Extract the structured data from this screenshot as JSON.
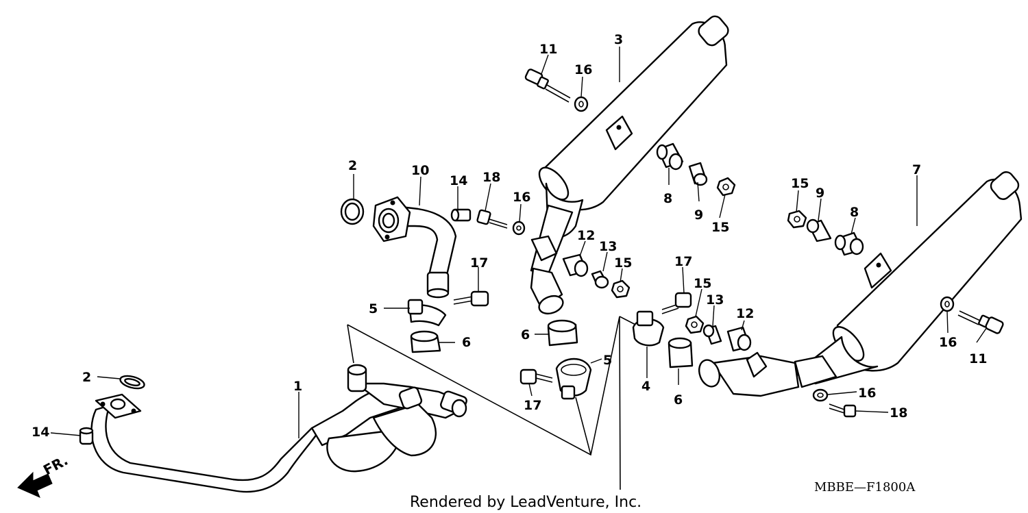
{
  "diagram": {
    "callouts": [
      "1",
      "2",
      "2",
      "3",
      "4",
      "5",
      "5",
      "6",
      "6",
      "6",
      "7",
      "8",
      "8",
      "9",
      "9",
      "10",
      "11",
      "11",
      "12",
      "12",
      "13",
      "13",
      "14",
      "14",
      "15",
      "15",
      "15",
      "15",
      "16",
      "16",
      "16",
      "16",
      "17",
      "17",
      "17",
      "18",
      "18"
    ],
    "diagram_code": "MBBE—F1800A",
    "credit": "Rendered by LeadVenture, Inc.",
    "direction_label": "FR.",
    "icons": [
      "front-arrow-icon"
    ]
  }
}
